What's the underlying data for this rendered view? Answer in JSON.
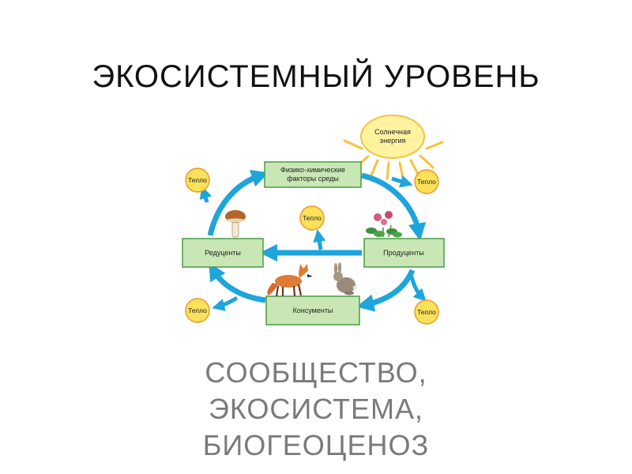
{
  "slide": {
    "title": "ЭКОСИСТЕМНЫЙ УРОВЕНЬ",
    "subtitle_lines": [
      "СООБЩЕСТВО,",
      "ЭКОСИСТЕМА,",
      "БИОГЕОЦЕНОЗ"
    ]
  },
  "diagram": {
    "sun_label": [
      "Солнечная",
      "энергия"
    ],
    "heat_label": "Тепло",
    "boxes": {
      "factors": [
        "Физико-химические",
        "факторы среды"
      ],
      "reducers": "Редуценты",
      "producers": "Продуценты",
      "consumers": "Консументы"
    }
  },
  "colors": {
    "arrow": "#1ea5dc",
    "box_fill": "#c9e7b4",
    "box_stroke": "#4a9b45",
    "heat_fill": "#fbe05a",
    "heat_stroke": "#e89b2a",
    "sun_fill": "#fff3a0",
    "title": "#111111",
    "subtitle": "#7a7a7a"
  }
}
